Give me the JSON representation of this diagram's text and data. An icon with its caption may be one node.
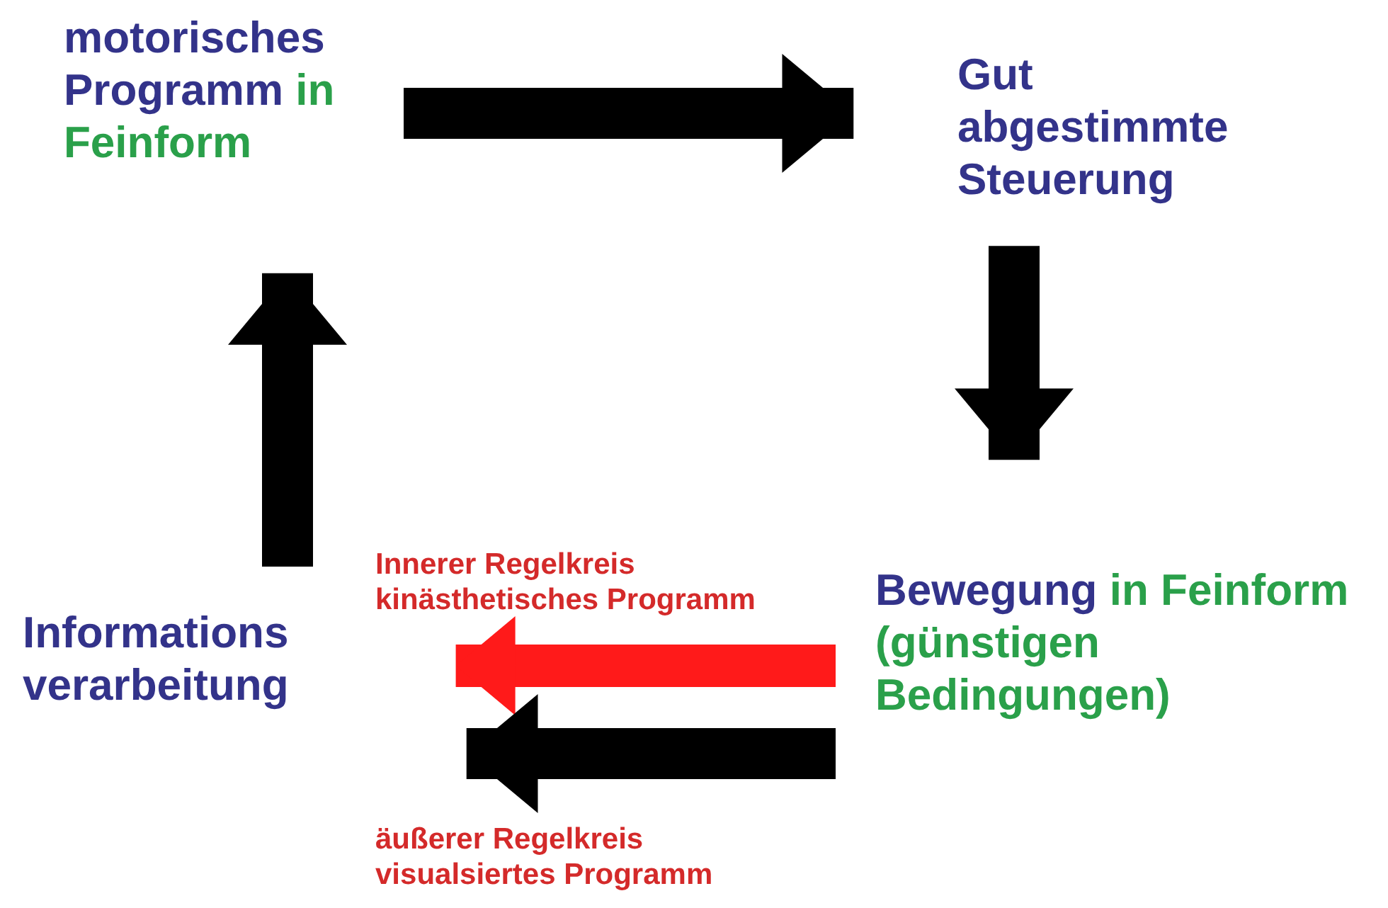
{
  "diagram": {
    "nodes": [
      {
        "text": [
          "motorisches Programm",
          "in Feinform"
        ]
      },
      {
        "text": [
          "Gut abgestimmte Steuerung"
        ]
      },
      {
        "text": [
          "Bewegung",
          "in Feinform (günstigen Bedingungen)"
        ]
      },
      {
        "text": [
          "Informations verarbeitung"
        ]
      }
    ],
    "edges": [
      {
        "from": 0,
        "to": 1,
        "arrow": "to"
      },
      {
        "from": 1,
        "to": 2,
        "arrow": "to"
      },
      {
        "from": 2,
        "to": 3,
        "arrow": "to",
        "color": "#ff1a1a",
        "label": "Innerer Regelkreis kinästhetisches Programm"
      },
      {
        "from": 2,
        "to": 3,
        "arrow": "to",
        "label": "äußerer Regelkreis visualsiertes Programm"
      },
      {
        "from": 3,
        "to": 0,
        "arrow": "to"
      }
    ]
  }
}
